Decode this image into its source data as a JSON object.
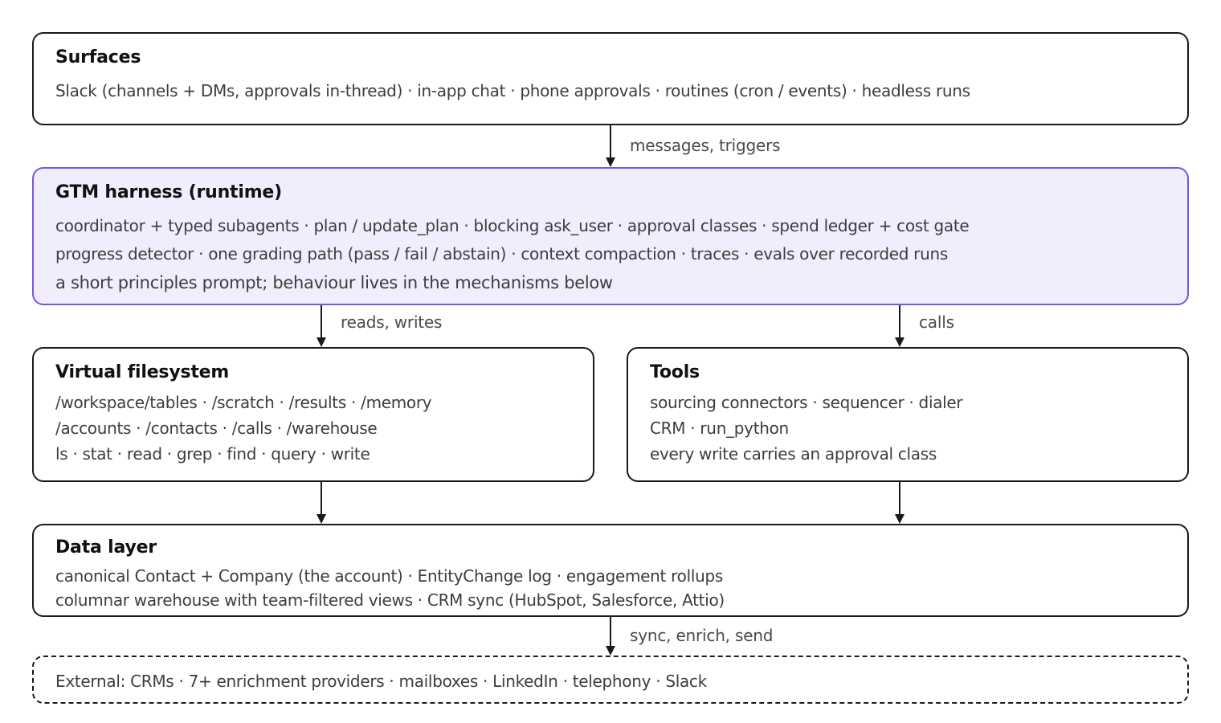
{
  "surfaces": {
    "title": "Surfaces",
    "lines": [
      "Slack (channels + DMs, approvals in-thread) · in-app chat · phone approvals · routines (cron / events) · headless runs"
    ]
  },
  "harness": {
    "title": "GTM harness (runtime)",
    "lines": [
      "coordinator + typed subagents · plan / update_plan · blocking ask_user · approval classes · spend ledger + cost gate",
      "progress detector · one grading path (pass / fail / abstain) · context compaction · traces · evals over recorded runs",
      "a short principles prompt; behaviour lives in the mechanisms below"
    ]
  },
  "filesystem": {
    "title": "Virtual filesystem",
    "lines": [
      "/workspace/tables · /scratch · /results · /memory",
      "/accounts · /contacts · /calls · /warehouse",
      "ls · stat · read · grep · find · query · write"
    ]
  },
  "tools": {
    "title": "Tools",
    "lines": [
      "sourcing connectors · sequencer · dialer",
      "CRM · run_python",
      "every write carries an approval class"
    ]
  },
  "data_layer": {
    "title": "Data layer",
    "lines": [
      "canonical Contact + Company (the account) · EntityChange log · engagement rollups",
      "columnar warehouse with team-filtered views · CRM sync (HubSpot, Salesforce, Attio)"
    ]
  },
  "external": {
    "lines": [
      "External: CRMs · 7+ enrichment providers · mailboxes · LinkedIn · telephony · Slack"
    ]
  },
  "connectors": {
    "surfaces_to_harness": "messages, triggers",
    "harness_to_filesystem": "reads, writes",
    "harness_to_tools": "calls",
    "data_to_external": "sync, enrich, send"
  },
  "colors": {
    "harness_fill": "#f0edfc",
    "harness_border": "#7c55e0",
    "border": "#1a1a1a"
  }
}
